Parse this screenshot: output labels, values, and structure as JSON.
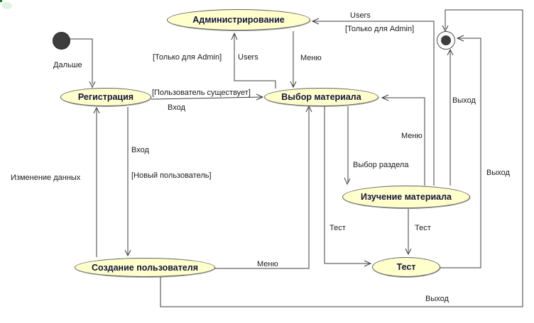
{
  "diagram": {
    "type": "uml-activity-diagram",
    "background": "#ffffff",
    "colors": {
      "state_fill": "#ffffcc",
      "state_border": "#616161",
      "state_text": "#14143e",
      "edge_line": "#3c3c3c",
      "edge_label_text": "#1a1a1a",
      "terminal_fill": "#3d3d3d",
      "corner_artifact_green": "#1f7a1f"
    },
    "states": {
      "admin": {
        "label": "Администрирование"
      },
      "registration": {
        "label": "Регистрация"
      },
      "material_select": {
        "label": "Выбор материала"
      },
      "material_study": {
        "label": "Изучение материала"
      },
      "test": {
        "label": "Тест"
      },
      "user_create": {
        "label": "Создание пользователя"
      }
    },
    "nodes": {
      "start": {
        "type": "initial-state"
      },
      "end": {
        "type": "final-state"
      }
    },
    "edges": [
      {
        "from": "start",
        "to": "registration",
        "label": "Дальше"
      },
      {
        "from": "registration",
        "to": "material_select",
        "label": "[Пользователь существует]",
        "label2": "Вход"
      },
      {
        "from": "material_select",
        "to": "admin",
        "label": "[Только для Admin]",
        "label2": "Users"
      },
      {
        "from": "admin",
        "to": "material_select",
        "label": "Меню"
      },
      {
        "from": "material_study",
        "to": "admin",
        "label": "Users",
        "label2": "[Только для Admin]"
      },
      {
        "from": "material_study",
        "to": "material_select",
        "label": "Меню"
      },
      {
        "from": "material_select",
        "to": "material_study",
        "label": "Выбор раздела"
      },
      {
        "from": "material_select",
        "to": "test",
        "label": "Тест"
      },
      {
        "from": "material_study",
        "to": "test",
        "label": "Тест"
      },
      {
        "from": "material_study",
        "to": "end",
        "label": "Выход"
      },
      {
        "from": "test",
        "to": "end",
        "label": "Выход"
      },
      {
        "from": "user_create",
        "to": "material_select",
        "label": "Меню"
      },
      {
        "from": "registration",
        "to": "user_create",
        "label": "Вход",
        "label2": "[Новый пользователь]"
      },
      {
        "from": "user_create",
        "to": "registration",
        "label": "Изменение данных"
      },
      {
        "from": "user_create",
        "to": "end",
        "label": "Выход"
      }
    ]
  }
}
